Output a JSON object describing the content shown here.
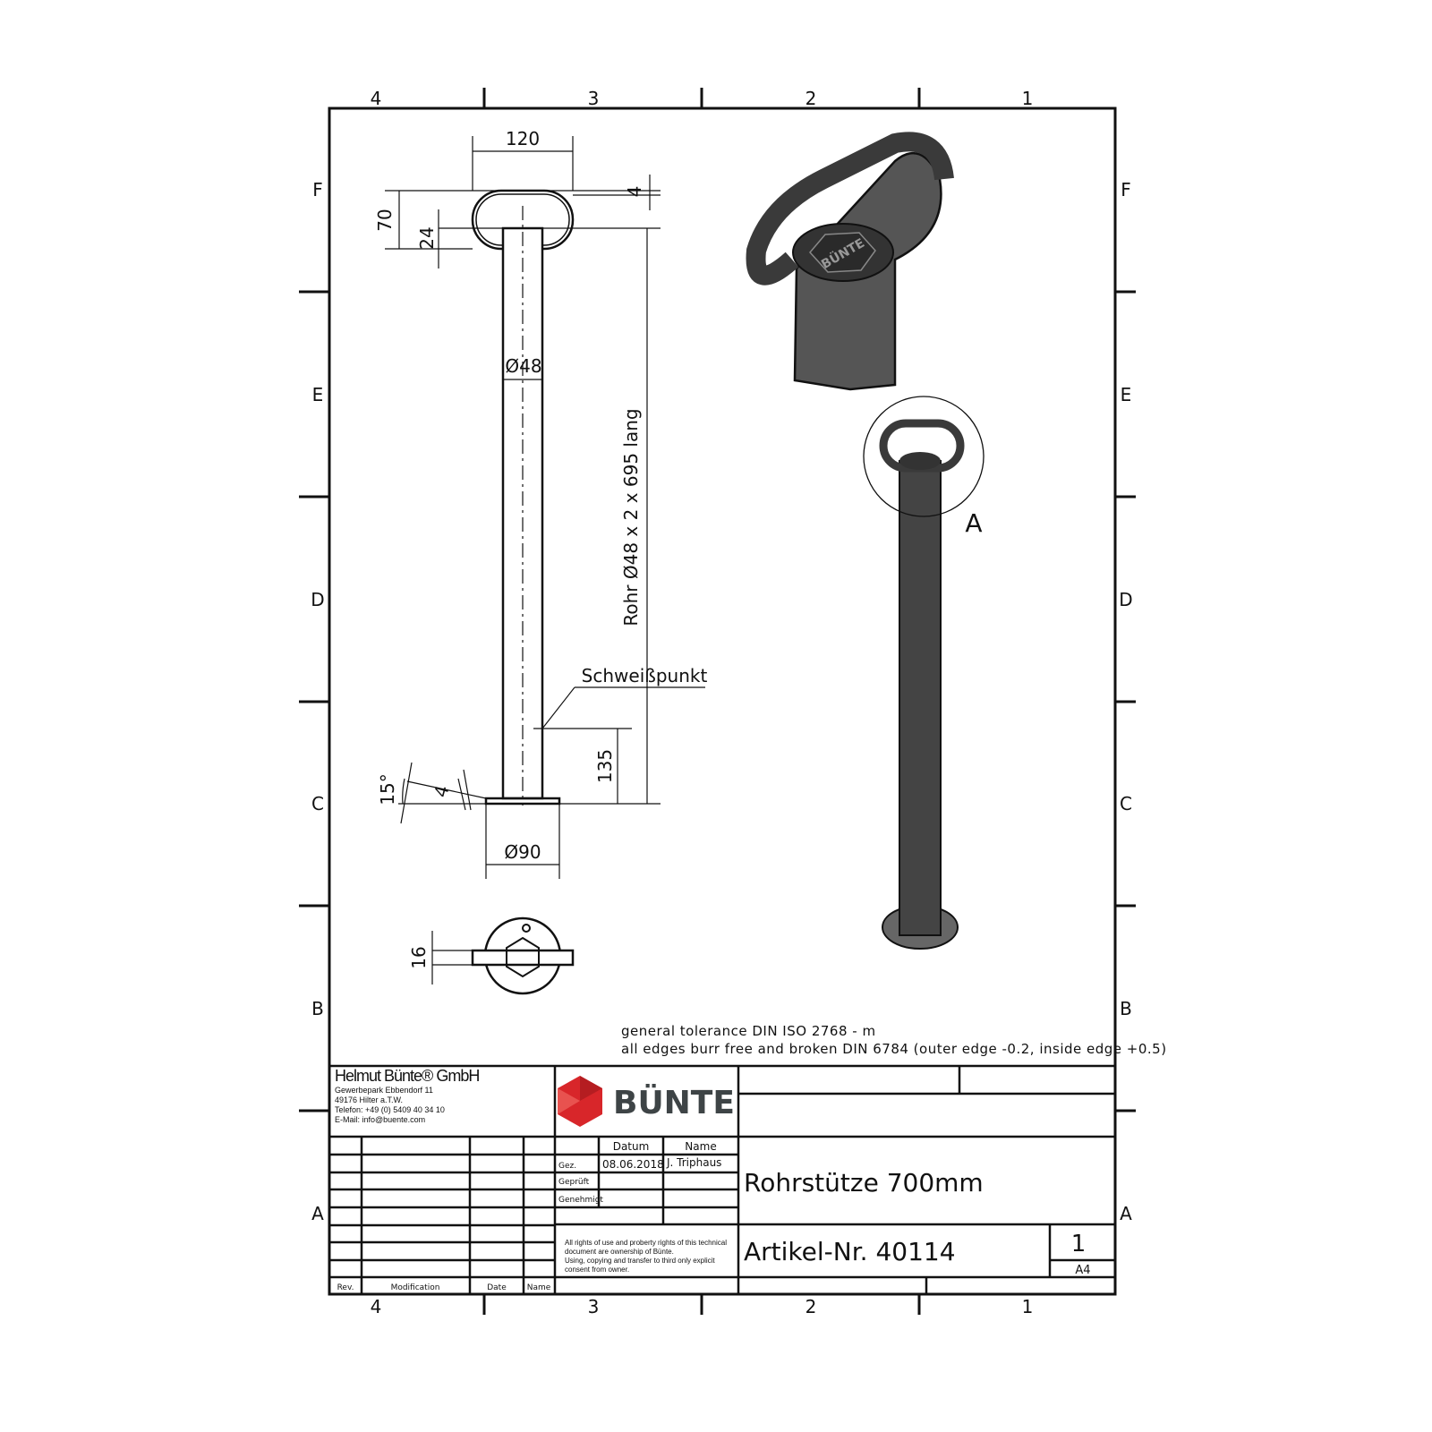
{
  "zones": {
    "columns": [
      "4",
      "3",
      "2",
      "1"
    ],
    "rows": [
      "F",
      "E",
      "D",
      "C",
      "B",
      "A"
    ]
  },
  "dimensions": {
    "width_loop": "120",
    "height_loop": "70",
    "gap_24": "24",
    "thickness_4": "4",
    "tube_dia": "Ø48",
    "tube_spec": "Rohr Ø48 x 2 x 695 lang",
    "weld": "Schweißpunkt",
    "weld_height": "135",
    "angle": "15°",
    "plate_thickness": "4",
    "plate_dia": "Ø90",
    "bar_16": "16",
    "detail_label": "A"
  },
  "notes": [
    "general tolerance DIN ISO 2768 - m",
    "all edges burr free and broken DIN 6784 (outer edge -0.2, inside edge +0.5)"
  ],
  "title_block": {
    "company": "Helmut Bünte® GmbH",
    "address": [
      "Gewerbepark Ebbendorf 11",
      "49176 Hilter a.T.W.",
      "Telefon: +49 (0) 5409 40 34 10",
      "E-Mail: info@buente.com"
    ],
    "logo_text": "BÜNTE",
    "datum_label": "Datum",
    "name_label": "Name",
    "gez_label": "Gez.",
    "geprueft_label": "Geprüft",
    "genehmigt_label": "Genehmigt",
    "date": "08.06.2018",
    "drawn_by": "J. Triphaus",
    "rights": [
      "All rights of use and proberty rights of this technical",
      "document are ownership of Bünte.",
      "Using, copying and transfer to third only explicit",
      "consent from owner."
    ],
    "title": "Rohrstütze 700mm",
    "article": "Artikel-Nr. 40114",
    "sheet": "1",
    "format": "A4",
    "rev_headers": [
      "Rev.",
      "Modification",
      "Date",
      "Name"
    ]
  },
  "colors": {
    "logo_red": "#d8262a",
    "logo_grey": "#3e4446",
    "metal": "#4a4a4a"
  }
}
